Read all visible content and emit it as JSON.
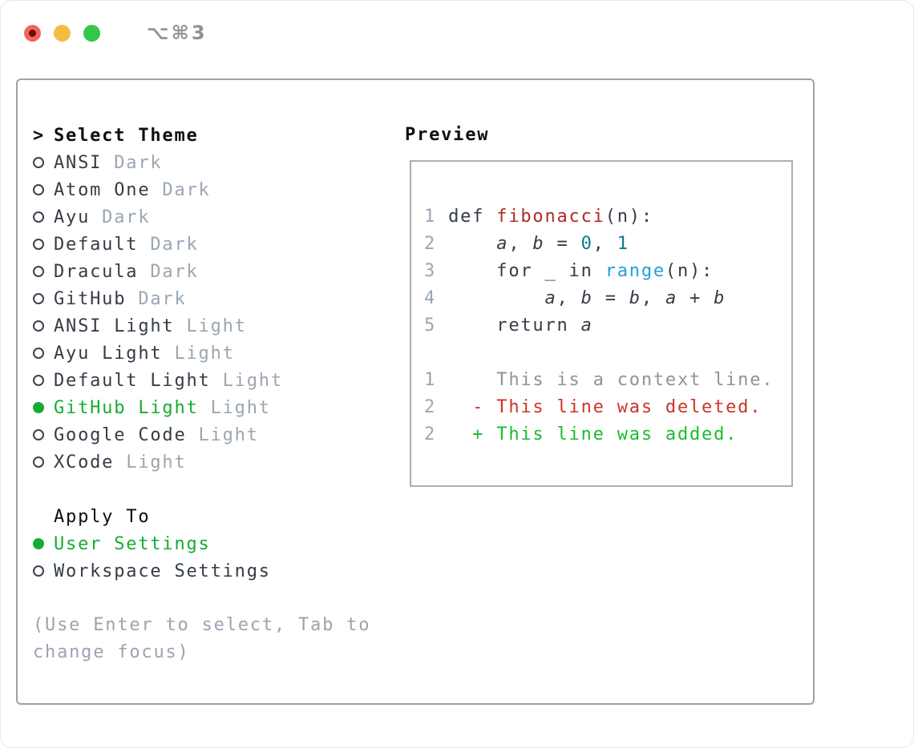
{
  "window": {
    "shortcut_label": "⌥⌘3",
    "traffic_lights": [
      "close",
      "minimize",
      "zoom"
    ]
  },
  "palette": {
    "header_black": "#0c0f13",
    "fg": "#343c46",
    "muted": "#9aa6b2",
    "hint": "#9aa4b0",
    "green": "#15ad31",
    "added_green": "#1bbd2e",
    "deleted_red": "#ce3426",
    "func_red": "#b12a26",
    "number_teal": "#0d7a89",
    "builtin_blue": "#23a0d7",
    "linenum": "#9aa6b2",
    "context_gray": "#8d949b",
    "radio_outline": "#3a424c",
    "panel_border": "#9aa2ac",
    "preview_border": "#a8b0ba",
    "traffic_red": "#f4645c",
    "traffic_red_dot": "#5d1107",
    "traffic_yellow": "#f6bc41",
    "traffic_green": "#33c748",
    "shortcut_gray": "#8d939b"
  },
  "sidebar": {
    "cursor": ">",
    "title": "Select Theme",
    "items": [
      {
        "name": "ANSI",
        "variant": "Dark",
        "selected": false
      },
      {
        "name": "Atom One",
        "variant": "Dark",
        "selected": false
      },
      {
        "name": "Ayu",
        "variant": "Dark",
        "selected": false
      },
      {
        "name": "Default",
        "variant": "Dark",
        "selected": false
      },
      {
        "name": "Dracula",
        "variant": "Dark",
        "selected": false
      },
      {
        "name": "GitHub",
        "variant": "Dark",
        "selected": false
      },
      {
        "name": "ANSI Light",
        "variant": "Light",
        "selected": false
      },
      {
        "name": "Ayu Light",
        "variant": "Light",
        "selected": false
      },
      {
        "name": "Default Light",
        "variant": "Light",
        "selected": false
      },
      {
        "name": "GitHub Light",
        "variant": "Light",
        "selected": true
      },
      {
        "name": "Google Code",
        "variant": "Light",
        "selected": false
      },
      {
        "name": "XCode",
        "variant": "Light",
        "selected": false
      }
    ],
    "apply_to": {
      "title": "Apply To",
      "options": [
        {
          "name": "User Settings",
          "selected": true
        },
        {
          "name": "Workspace Settings",
          "selected": false
        }
      ]
    },
    "hint_lines": [
      "(Use Enter to select, Tab to",
      "change focus)"
    ]
  },
  "preview": {
    "title": "Preview",
    "code_lines": [
      {
        "num": "1",
        "tokens": [
          {
            "t": "def ",
            "c": "fg"
          },
          {
            "t": "fibonacci",
            "c": "func_red"
          },
          {
            "t": "(n):",
            "c": "fg"
          }
        ]
      },
      {
        "num": "2",
        "tokens": [
          {
            "t": "    ",
            "c": "fg"
          },
          {
            "t": "a",
            "c": "fg",
            "i": true
          },
          {
            "t": ", ",
            "c": "fg"
          },
          {
            "t": "b",
            "c": "fg",
            "i": true
          },
          {
            "t": " = ",
            "c": "fg"
          },
          {
            "t": "0",
            "c": "number_teal"
          },
          {
            "t": ", ",
            "c": "fg"
          },
          {
            "t": "1",
            "c": "number_teal"
          }
        ]
      },
      {
        "num": "3",
        "tokens": [
          {
            "t": "    for _ in ",
            "c": "fg"
          },
          {
            "t": "range",
            "c": "builtin_blue"
          },
          {
            "t": "(n):",
            "c": "fg"
          }
        ]
      },
      {
        "num": "4",
        "tokens": [
          {
            "t": "        ",
            "c": "fg"
          },
          {
            "t": "a",
            "c": "fg",
            "i": true
          },
          {
            "t": ", ",
            "c": "fg"
          },
          {
            "t": "b",
            "c": "fg",
            "i": true
          },
          {
            "t": " = ",
            "c": "fg"
          },
          {
            "t": "b",
            "c": "fg",
            "i": true
          },
          {
            "t": ", ",
            "c": "fg"
          },
          {
            "t": "a",
            "c": "fg",
            "i": true
          },
          {
            "t": " + ",
            "c": "fg"
          },
          {
            "t": "b",
            "c": "fg",
            "i": true
          }
        ]
      },
      {
        "num": "5",
        "tokens": [
          {
            "t": "    return ",
            "c": "fg"
          },
          {
            "t": "a",
            "c": "fg",
            "i": true
          }
        ]
      }
    ],
    "diff_lines": [
      {
        "num": "1",
        "tokens": [
          {
            "t": "    This is a context line.",
            "c": "context_gray"
          }
        ]
      },
      {
        "num": "2",
        "tokens": [
          {
            "t": "  - This line was deleted.",
            "c": "deleted_red"
          }
        ]
      },
      {
        "num": "2",
        "tokens": [
          {
            "t": "  + This line was added.",
            "c": "added_green"
          }
        ]
      }
    ]
  }
}
